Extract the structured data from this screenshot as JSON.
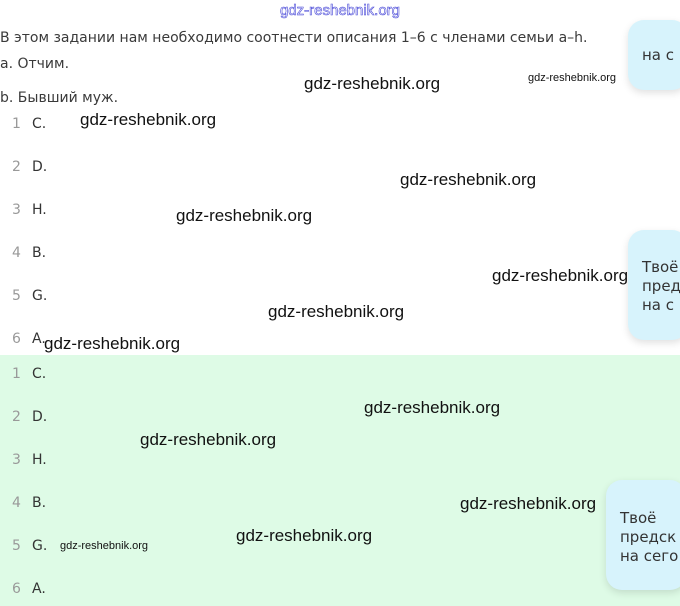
{
  "watermark": "gdz-reshebnik.org",
  "intro": "В этом задании нам необходимо соотнести описания 1–6 с членами семьи a–h.",
  "items": [
    "a. Отчим.",
    "b. Бывший муж."
  ],
  "answers_white": [
    {
      "n": "1",
      "v": "C."
    },
    {
      "n": "2",
      "v": "D."
    },
    {
      "n": "3",
      "v": "H."
    },
    {
      "n": "4",
      "v": "B."
    },
    {
      "n": "5",
      "v": "G."
    },
    {
      "n": "6",
      "v": "A."
    }
  ],
  "answers_green": [
    {
      "n": "1",
      "v": "C."
    },
    {
      "n": "2",
      "v": "D."
    },
    {
      "n": "3",
      "v": "H."
    },
    {
      "n": "4",
      "v": "B."
    },
    {
      "n": "5",
      "v": "G."
    },
    {
      "n": "6",
      "v": "A."
    }
  ],
  "cards": {
    "top": "на с",
    "middle": "Твоё\nпред\nна с",
    "bottom": "Твоё\nпредск\nна сего"
  }
}
